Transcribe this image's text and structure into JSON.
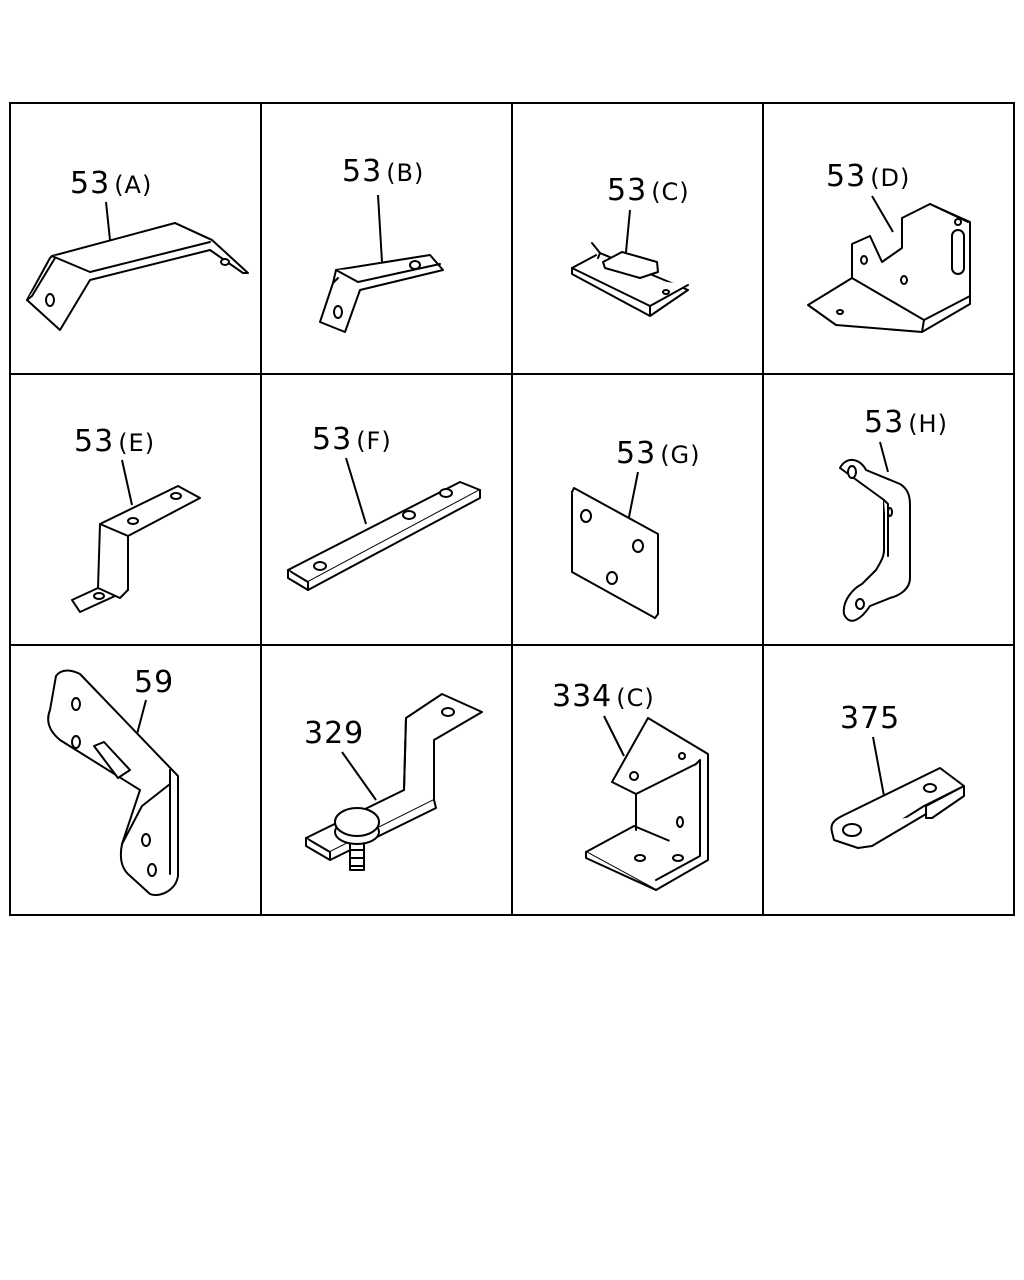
{
  "parts": [
    {
      "id": "a",
      "label": "53",
      "suffix": "(A)"
    },
    {
      "id": "b",
      "label": "53",
      "suffix": "(B)"
    },
    {
      "id": "c",
      "label": "53",
      "suffix": "(C)"
    },
    {
      "id": "d",
      "label": "53",
      "suffix": "(D)"
    },
    {
      "id": "e",
      "label": "53",
      "suffix": "(E)"
    },
    {
      "id": "f",
      "label": "53",
      "suffix": "(F)"
    },
    {
      "id": "g",
      "label": "53",
      "suffix": "(G)"
    },
    {
      "id": "h",
      "label": "53",
      "suffix": "(H)"
    },
    {
      "id": "59",
      "label": "59",
      "suffix": ""
    },
    {
      "id": "329",
      "label": "329",
      "suffix": ""
    },
    {
      "id": "334c",
      "label": "334",
      "suffix": "(C)"
    },
    {
      "id": "375",
      "label": "375",
      "suffix": ""
    }
  ]
}
